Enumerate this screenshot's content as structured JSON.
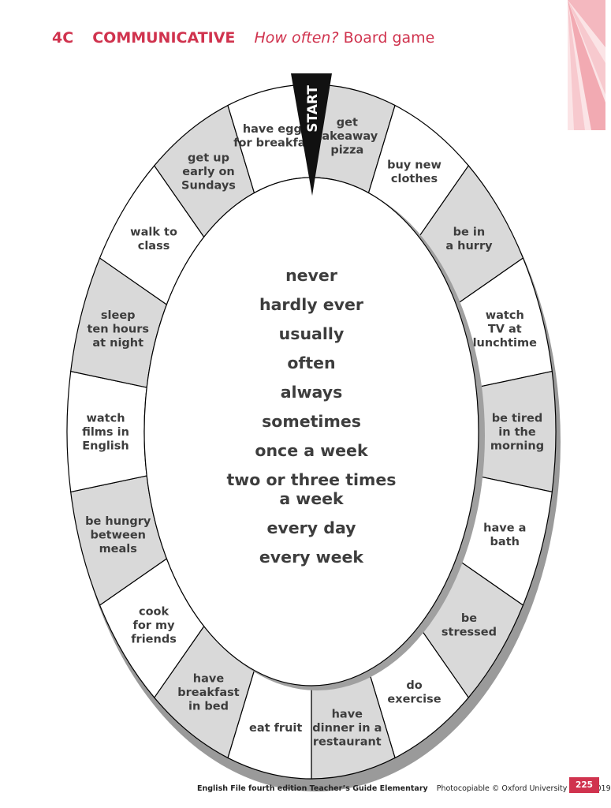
{
  "header": {
    "unit": "4C",
    "type": "COMMUNICATIVE",
    "title_italic": "How often?",
    "title_rest": " Board game"
  },
  "board": {
    "start_label": "START",
    "spaces": [
      {
        "lines": [
          "get",
          "takeaway",
          "pizza"
        ],
        "shade": true
      },
      {
        "lines": [
          "buy new",
          "clothes"
        ],
        "shade": false
      },
      {
        "lines": [
          "be in",
          "a hurry"
        ],
        "shade": true
      },
      {
        "lines": [
          "watch",
          "TV at",
          "lunchtime"
        ],
        "shade": false
      },
      {
        "lines": [
          "be tired",
          "in the",
          "morning"
        ],
        "shade": true
      },
      {
        "lines": [
          "have a",
          "bath"
        ],
        "shade": false
      },
      {
        "lines": [
          "be",
          "stressed"
        ],
        "shade": true
      },
      {
        "lines": [
          "do",
          "exercise"
        ],
        "shade": false
      },
      {
        "lines": [
          "have",
          "dinner in a",
          "restaurant"
        ],
        "shade": true
      },
      {
        "lines": [
          "eat fruit"
        ],
        "shade": false
      },
      {
        "lines": [
          "have",
          "breakfast",
          "in bed"
        ],
        "shade": true
      },
      {
        "lines": [
          "cook",
          "for my",
          "friends"
        ],
        "shade": false
      },
      {
        "lines": [
          "be hungry",
          "between",
          "meals"
        ],
        "shade": true
      },
      {
        "lines": [
          "watch",
          "films in",
          "English"
        ],
        "shade": false
      },
      {
        "lines": [
          "sleep",
          "ten hours",
          "at night"
        ],
        "shade": true
      },
      {
        "lines": [
          "walk to",
          "class"
        ],
        "shade": false
      },
      {
        "lines": [
          "get up",
          "early on",
          "Sundays"
        ],
        "shade": true
      },
      {
        "lines": [
          "have eggs",
          "for breakfast"
        ],
        "shade": false
      }
    ],
    "center_expressions": [
      [
        "never"
      ],
      [
        "hardly ever"
      ],
      [
        "usually"
      ],
      [
        "often"
      ],
      [
        "always"
      ],
      [
        "sometimes"
      ],
      [
        "once a week"
      ],
      [
        "two or three times",
        "a week"
      ],
      [
        "every day"
      ],
      [
        "every week"
      ]
    ]
  },
  "footer": {
    "book": "English File fourth edition Teacher’s Guide Elementary",
    "copyright": "Photocopiable © Oxford University Press 2019",
    "page_number": "225"
  },
  "colors": {
    "accent": "#d0334e",
    "shaded_space": "#d9d9d9",
    "plain_space": "#ffffff",
    "text": "#3d3d3d",
    "outline": "#000000"
  }
}
